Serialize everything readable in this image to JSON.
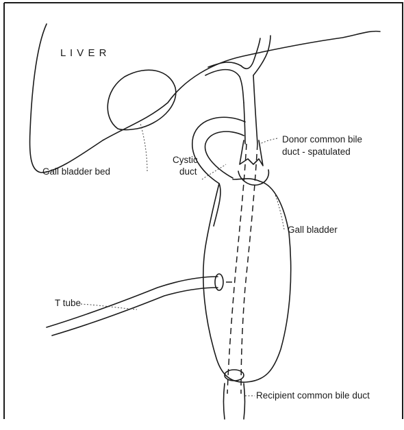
{
  "diagram": {
    "labels": {
      "liver": "L I V E R",
      "gall_bladder_bed": "Gall bladder bed",
      "cystic_duct_line1": "Cystic",
      "cystic_duct_line2": "duct",
      "donor_duct_line1": "Donor common bile",
      "donor_duct_line2": "duct - spatulated",
      "gall_bladder": "Gall bladder",
      "t_tube": "T tube",
      "recipient_duct": "Recipient common bile duct"
    },
    "colors": {
      "ink": "#1a1a1a",
      "background": "#ffffff"
    }
  }
}
